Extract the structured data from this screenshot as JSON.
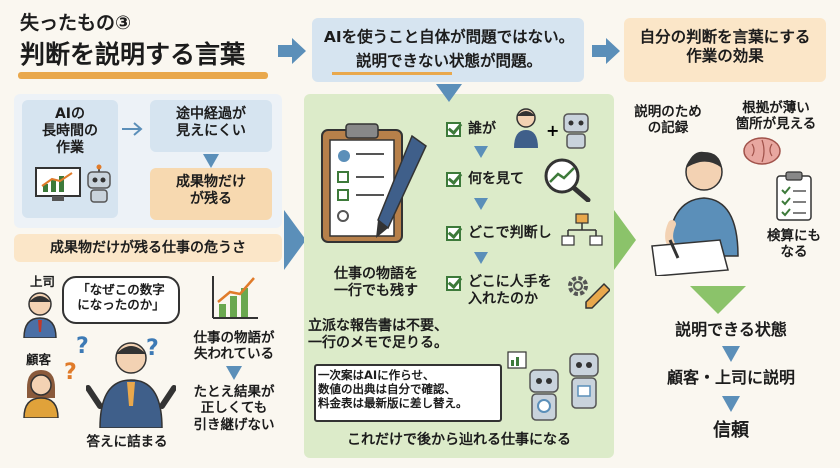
{
  "header": {
    "subtitle": "失ったもの③",
    "title": "判断を説明する言葉"
  },
  "left": {
    "ai_box": "AIの\n長時間の\n作業",
    "process_box": "途中経過が\n見えにくい",
    "result_box": "成果物だけ\nが残る",
    "danger_title": "成果物だけが残る仕事の危うさ",
    "boss_label": "上司",
    "customer_label": "顧客",
    "speech": "「なぜこの数字\nになったのか」",
    "stuck_label": "答えに詰まる",
    "lost_story": "仕事の物語が\n失われている",
    "cannot_inherit": "たとえ結果が\n正しくても\n引き継げない"
  },
  "middle": {
    "banner_line1": "AIを使うこと自体が問題ではない。",
    "banner_line2": "説明できない状態が問題。",
    "check_items": [
      "誰が",
      "何を見て",
      "どこで判断し",
      "どこに人手を\n入れたのか"
    ],
    "story_label": "仕事の物語を\n一行でも残す",
    "memo_text": "立派な報告書は不要、\n一行のメモで足りる。",
    "memo_example": "一次案はAIに作らせ、\n数値の出典は自分で確認、\n料金表は最新版に差し替え。",
    "footer": "これだけで後から辿れる仕事になる"
  },
  "right": {
    "effect_title": "自分の判断を言葉にする\n作業の効果",
    "record_label": "説明のため\nの記録",
    "weak_label": "根拠が薄い\n箇所が見える",
    "verify_label": "検算にも\nなる",
    "state": "説明できる状態",
    "explain": "顧客・上司に説明",
    "trust": "信頼"
  }
}
